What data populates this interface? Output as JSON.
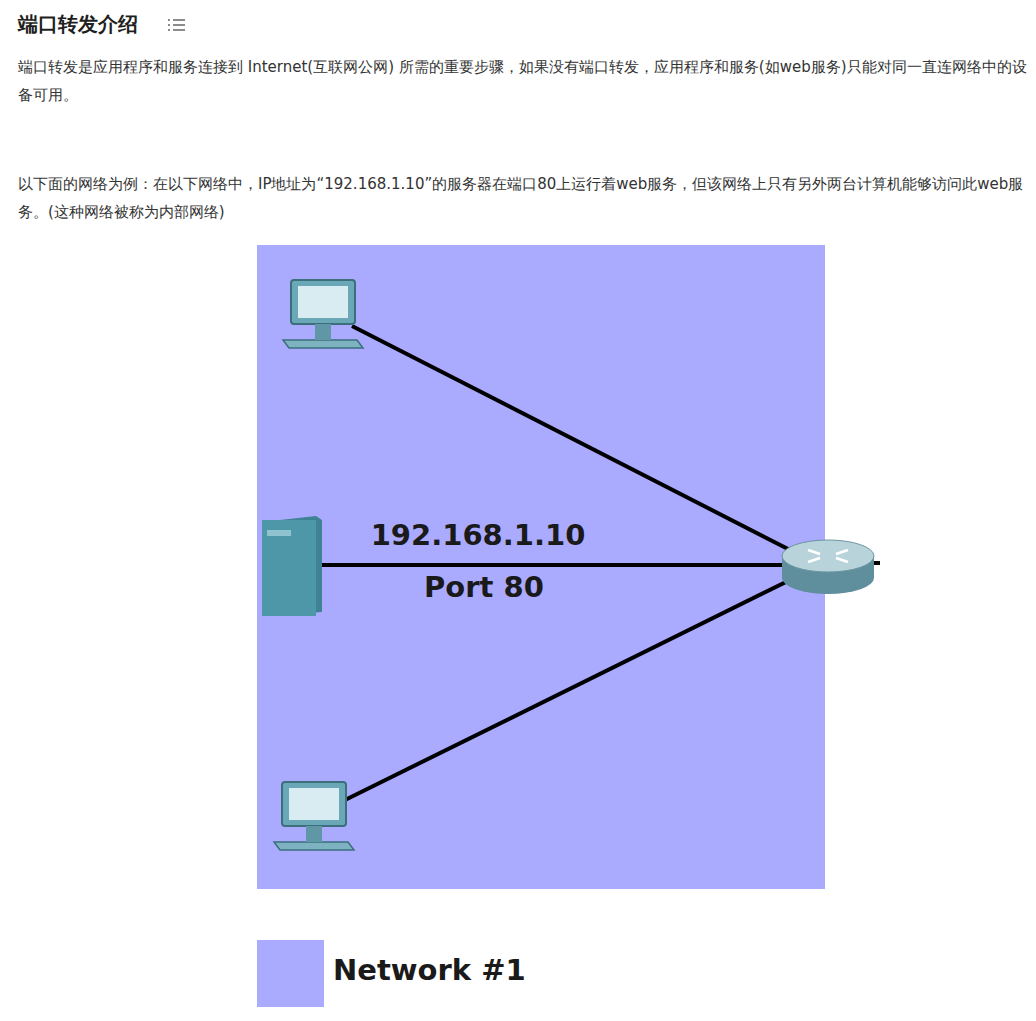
{
  "diagram": {
    "title": "端口转发介绍",
    "labels": [
      "端口转发是应用程序和服务连接到 Internet(互联网公网) 所需的重要步骤，如果没有端口转发，应用程序和服务(如web服务)只能对同一直连网络中的设备可用。",
      "以下面的网络为例：在以下网络中，IP地址为“192.168.1.10”的服务器在端口80上运行着web服务，但该网络上只有另外两台计算机能够访问此web服务。(这种网络被称为内部网络)",
      "192.168.1.10",
      "Port 80"
    ],
    "legend": [
      {
        "text": "Network #1",
        "color": "#aaaaff"
      }
    ]
  }
}
